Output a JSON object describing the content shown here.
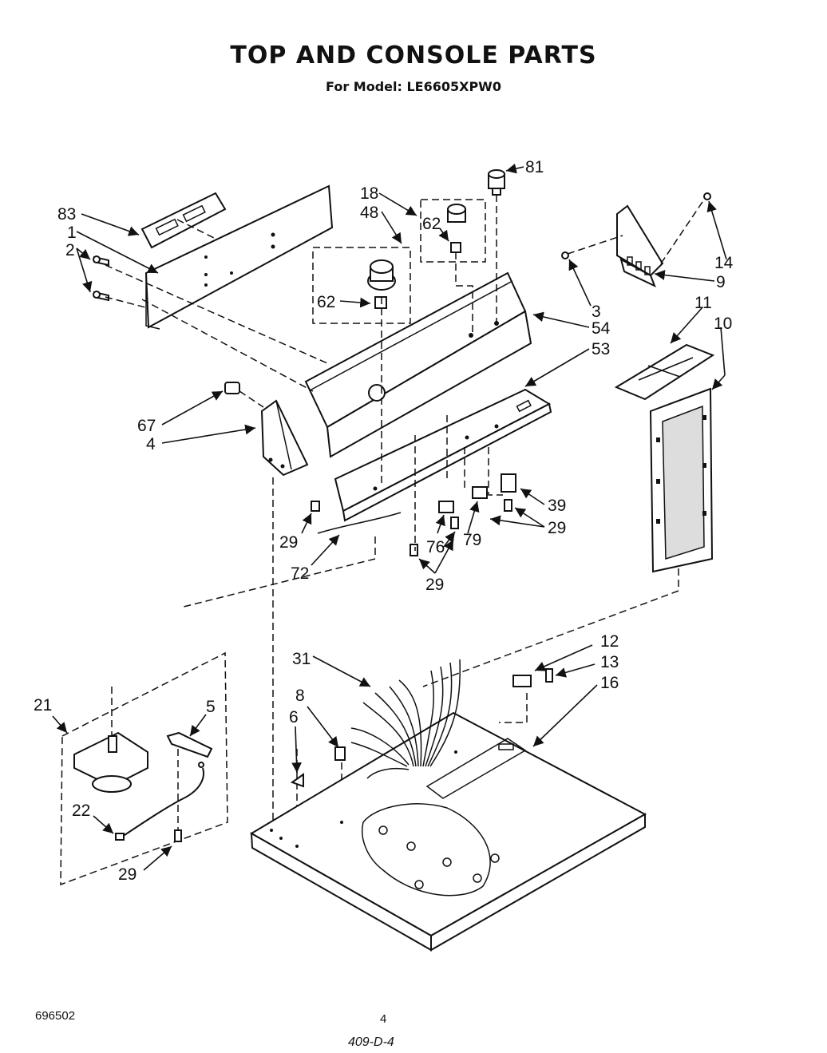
{
  "header": {
    "title": "TOP AND CONSOLE PARTS",
    "subtitle": "For Model: LE6605XPW0"
  },
  "callouts": [
    "83",
    "1",
    "2",
    "18",
    "48",
    "62",
    "62",
    "81",
    "14",
    "9",
    "3",
    "54",
    "53",
    "11",
    "10",
    "67",
    "4",
    "39",
    "29",
    "29",
    "76",
    "79",
    "72",
    "29",
    "21",
    "5",
    "22",
    "29",
    "31",
    "8",
    "6",
    "12",
    "13",
    "16"
  ],
  "footer": {
    "doc_number": "696502",
    "page_number": "4",
    "handwritten_note": "409-D-4"
  }
}
